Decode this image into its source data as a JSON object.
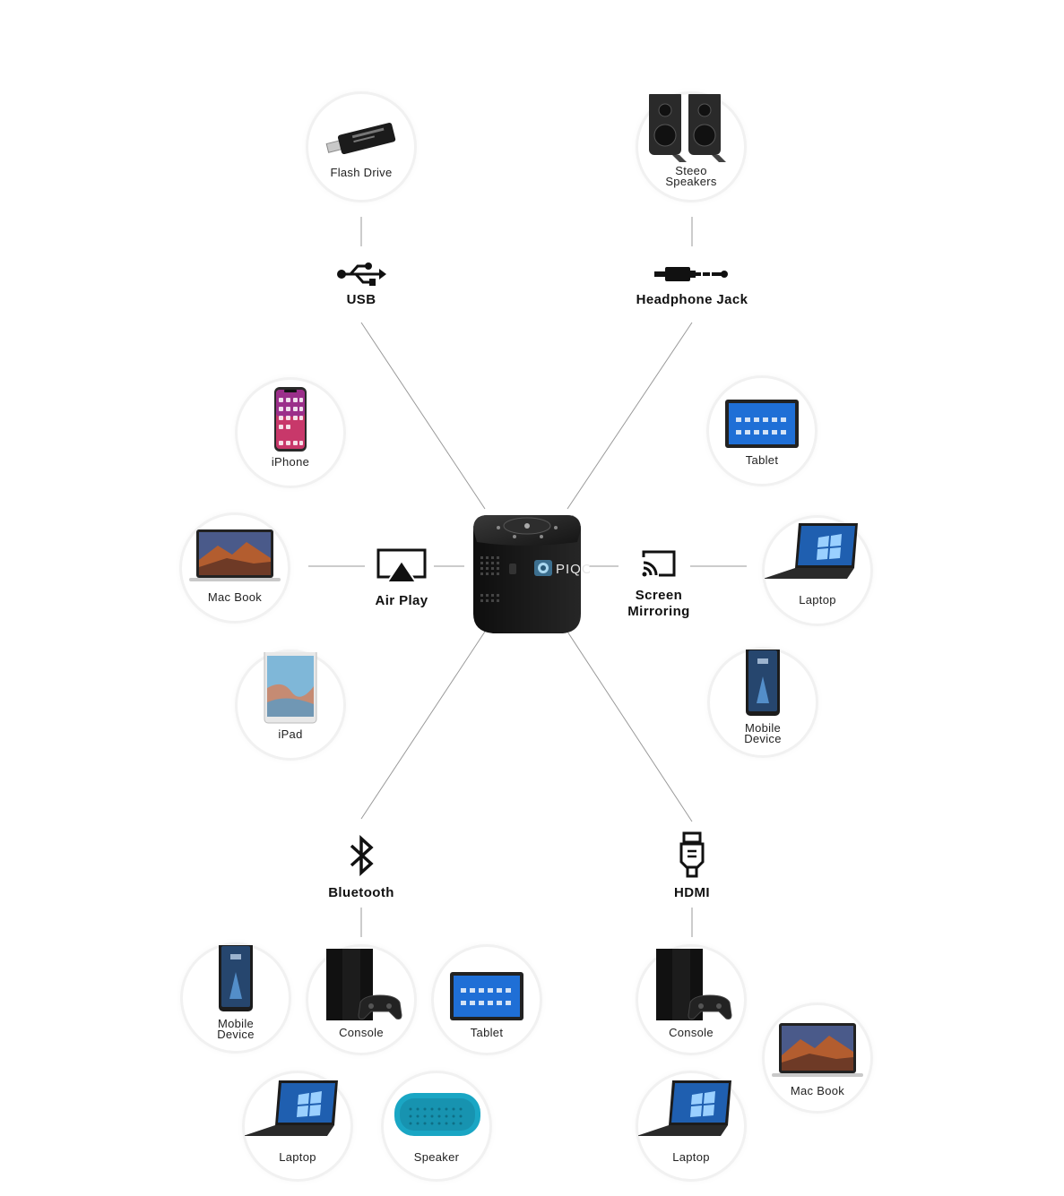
{
  "hubs": {
    "usb": "USB",
    "headphone": "Headphone Jack",
    "airplay": "Air Play",
    "mirroring": "Screen\nMirroring",
    "bluetooth": "Bluetooth",
    "hdmi": "HDMI"
  },
  "devices": {
    "usb_flash": "Flash Drive",
    "hp_speakers": "Steeo\nSpeakers",
    "air_iphone": "iPhone",
    "air_macbook": "Mac Book",
    "air_ipad": "iPad",
    "sm_tablet": "Tablet",
    "sm_laptop": "Laptop",
    "sm_mobile": "Mobile\nDevice",
    "bt_mobile": "Mobile\nDevice",
    "bt_console": "Console",
    "bt_tablet": "Tablet",
    "bt_laptop": "Laptop",
    "bt_speaker": "Speaker",
    "hdmi_console": "Console",
    "hdmi_macbook": "Mac Book",
    "hdmi_laptop": "Laptop"
  },
  "brand": "PIQO",
  "colors": {
    "line": "#9a9a9a",
    "ring": "#f1f1f1",
    "text": "#111111",
    "device_dark": "#1c1c1c",
    "screen_blue": "#1f6fd6",
    "speaker_teal": "#1aa6c4"
  }
}
